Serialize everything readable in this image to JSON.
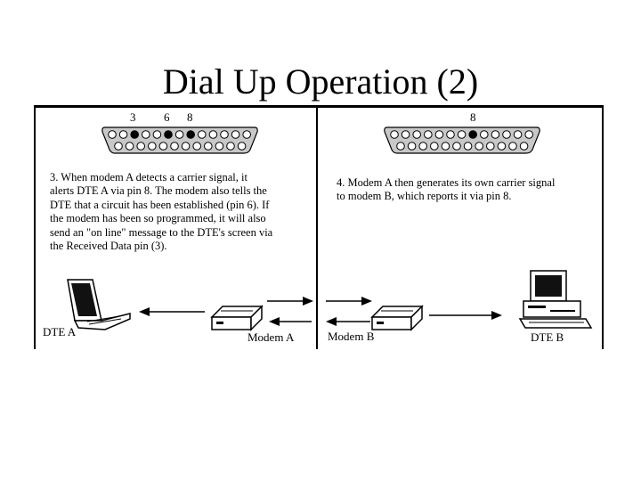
{
  "title": "Dial Up Operation (2)",
  "left_panel": {
    "pin_labels": [
      "3",
      "6",
      "8"
    ],
    "description": "3. When modem A detects a carrier signal, it alerts DTE A via pin 8. The modem also tells the DTE that a circuit has been established (pin 6). If the modem has been so programmed, it will also send an \"on line\" message to the DTE's screen via the Received Data pin (3).",
    "description_lines": [
      "3. When modem A detects a carrier signal, it",
      "alerts DTE A via pin 8. The modem also tells the",
      "DTE that a circuit has been established (pin 6). If",
      "the modem has been so programmed, it will also",
      "send an \"on line\" message to the DTE's screen via",
      "the Received Data pin (3)."
    ],
    "device_labels": {
      "dte": "DTE A",
      "modem": "Modem A"
    },
    "active_pins_top_row": [
      3,
      6,
      8
    ]
  },
  "right_panel": {
    "pin_labels": [
      "8"
    ],
    "description_lines": [
      "4. Modem A then generates its own carrier signal",
      "to modem B, which reports it via pin 8."
    ],
    "device_labels": {
      "modem": "Modem B",
      "dte": "DTE B"
    },
    "active_pins_top_row": [
      8
    ]
  },
  "colors": {
    "connector_fill": "#c8c8c8",
    "pin_active": "#000000",
    "pin_inactive": "#ffffff"
  }
}
